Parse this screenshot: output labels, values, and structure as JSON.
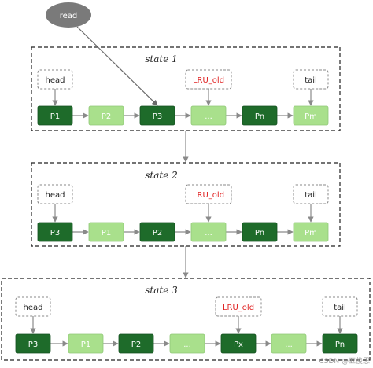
{
  "read_label": "read",
  "states": [
    {
      "title": "state 1",
      "pointers": [
        {
          "label": "head",
          "color": "#222222",
          "target": 0
        },
        {
          "label": "LRU_old",
          "color": "#e02020",
          "target": 3
        },
        {
          "label": "tail",
          "color": "#222222",
          "target": 5
        }
      ],
      "nodes": [
        {
          "label": "P1",
          "kind": "dark"
        },
        {
          "label": "P2",
          "kind": "light"
        },
        {
          "label": "P3",
          "kind": "dark"
        },
        {
          "label": "...",
          "kind": "light"
        },
        {
          "label": "Pn",
          "kind": "dark"
        },
        {
          "label": "Pm",
          "kind": "light"
        }
      ]
    },
    {
      "title": "state 2",
      "pointers": [
        {
          "label": "head",
          "color": "#222222",
          "target": 0
        },
        {
          "label": "LRU_old",
          "color": "#e02020",
          "target": 3
        },
        {
          "label": "tail",
          "color": "#222222",
          "target": 5
        }
      ],
      "nodes": [
        {
          "label": "P3",
          "kind": "dark"
        },
        {
          "label": "P1",
          "kind": "light"
        },
        {
          "label": "P2",
          "kind": "dark"
        },
        {
          "label": "...",
          "kind": "light"
        },
        {
          "label": "Pn",
          "kind": "dark"
        },
        {
          "label": "Pm",
          "kind": "light"
        }
      ]
    },
    {
      "title": "state 3",
      "pointers": [
        {
          "label": "head",
          "color": "#222222",
          "target": 0
        },
        {
          "label": "LRU_old",
          "color": "#e02020",
          "target": 4
        },
        {
          "label": "tail",
          "color": "#222222",
          "target": 6
        }
      ],
      "nodes": [
        {
          "label": "P3",
          "kind": "dark"
        },
        {
          "label": "P1",
          "kind": "light"
        },
        {
          "label": "P2",
          "kind": "dark"
        },
        {
          "label": "...",
          "kind": "light"
        },
        {
          "label": "Px",
          "kind": "dark"
        },
        {
          "label": "...",
          "kind": "light"
        },
        {
          "label": "Pn",
          "kind": "dark"
        }
      ]
    }
  ],
  "colors": {
    "dark_node": "#1e6b2a",
    "light_node": "#a9e08c",
    "connector": "#8a8a8a",
    "read_bubble": "#7a7a7a"
  },
  "watermark": "CSDN @亚俊思"
}
